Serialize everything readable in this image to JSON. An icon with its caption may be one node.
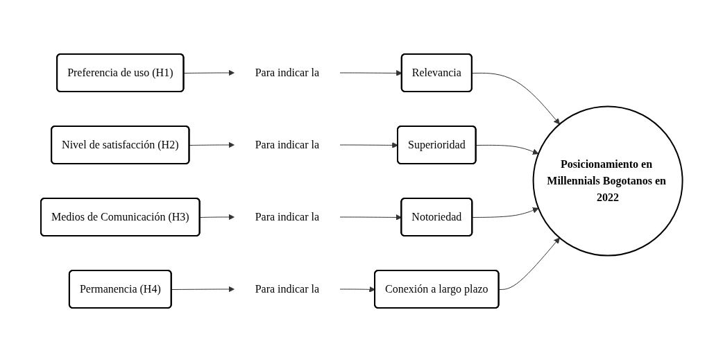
{
  "diagram": {
    "nodes": [
      {
        "text": [
          "Preferencia de uso (H1)"
        ]
      },
      {
        "text": [
          "Para indicar la"
        ]
      },
      {
        "text": [
          "Relevancia"
        ]
      },
      {
        "text": [
          "Nivel de satisfacción (H2)"
        ]
      },
      {
        "text": [
          "Para indicar la"
        ]
      },
      {
        "text": [
          "Superioridad"
        ]
      },
      {
        "text": [
          "Posicionamiento en Millennials Bogotanos en 2022"
        ]
      },
      {
        "text": [
          "Notoriedad"
        ]
      },
      {
        "text": [
          "Para indicar la"
        ]
      },
      {
        "text": [
          "Medios de Comunicación (H3)"
        ]
      },
      {
        "text": [
          "Conexión a largo plazo"
        ]
      },
      {
        "text": [
          "Para indicar la"
        ]
      },
      {
        "text": [
          "Permanencia (H4)"
        ]
      }
    ],
    "edges": [
      {
        "from": 0,
        "to": 1,
        "arrow": "to"
      },
      {
        "from": 1,
        "to": 2,
        "arrow": "to"
      },
      {
        "from": 2,
        "to": 6,
        "arrow": "to"
      },
      {
        "from": 3,
        "to": 4,
        "arrow": "to"
      },
      {
        "from": 4,
        "to": 5,
        "arrow": "to"
      },
      {
        "from": 5,
        "to": 6,
        "arrow": "to"
      },
      {
        "from": 7,
        "to": 6,
        "arrow": "to"
      },
      {
        "from": 8,
        "to": 7,
        "arrow": "to"
      },
      {
        "from": 9,
        "to": 8,
        "arrow": "to"
      },
      {
        "from": 10,
        "to": 6,
        "arrow": "to"
      },
      {
        "from": 11,
        "to": 10,
        "arrow": "to"
      },
      {
        "from": 12,
        "to": 11,
        "arrow": "to"
      }
    ]
  }
}
